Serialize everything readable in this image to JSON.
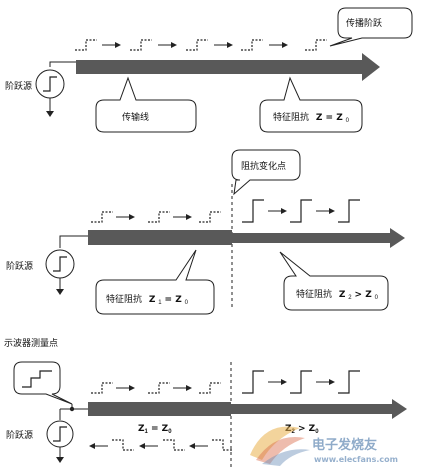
{
  "colors": {
    "line": "#595959",
    "line_dark": "#4a4a4a",
    "ink": "#222222",
    "watermark": "#6a8fb8"
  },
  "icons": [
    "step-source-icon",
    "ground-icon",
    "incident-step-icon",
    "reflected-step-icon",
    "oscilloscope-step-icon"
  ],
  "panel1": {
    "source_label": "阶跃源",
    "callout_step": "传播阶跃",
    "callout_line": "传输线",
    "callout_impedance": {
      "prefix": "特征阻抗",
      "z": "Z = Z",
      "sub": "0"
    }
  },
  "panel2": {
    "source_label": "阶跃源",
    "callout_change": "阻抗变化点",
    "callout_z1": {
      "prefix": "特征阻抗",
      "z": "Z",
      "sub1": "1",
      "mid": " = Z",
      "sub2": "0"
    },
    "callout_z2": {
      "prefix": "特征阻抗",
      "z": "Z",
      "sub1": "2",
      "mid": " > Z",
      "sub2": "0"
    }
  },
  "panel3": {
    "scope_label": "示波器测量点",
    "source_label": "阶跃源",
    "z1_label": {
      "z": "Z",
      "sub1": "1",
      "mid": " = Z",
      "sub2": "0"
    },
    "z2_label": {
      "z": "Z",
      "sub1": "2",
      "mid": " > Z",
      "sub2": "0"
    }
  },
  "watermark": {
    "main": "电子发烧友",
    "url": "www.elecfans.com"
  }
}
